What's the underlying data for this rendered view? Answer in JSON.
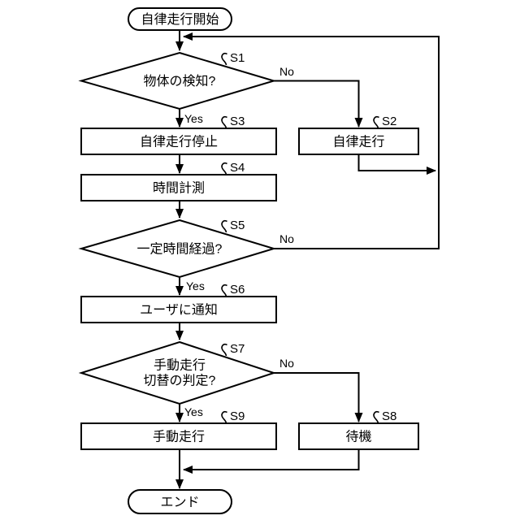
{
  "flowchart": {
    "background_color": "#ffffff",
    "line_color": "#000000",
    "nodes": {
      "start": {
        "type": "terminal",
        "label": "自律走行開始"
      },
      "s1": {
        "type": "decision",
        "step": "S1",
        "label": "物体の検知?"
      },
      "s2": {
        "type": "process",
        "step": "S2",
        "label": "自律走行"
      },
      "s3": {
        "type": "process",
        "step": "S3",
        "label": "自律走行停止"
      },
      "s4": {
        "type": "process",
        "step": "S4",
        "label": "時間計測"
      },
      "s5": {
        "type": "decision",
        "step": "S5",
        "label": "一定時間経過?"
      },
      "s6": {
        "type": "process",
        "step": "S6",
        "label": "ユーザに通知"
      },
      "s7": {
        "type": "decision",
        "step": "S7",
        "label_line1": "手動走行",
        "label_line2": "切替の判定?"
      },
      "s8": {
        "type": "process",
        "step": "S8",
        "label": "待機"
      },
      "s9": {
        "type": "process",
        "step": "S9",
        "label": "手動走行"
      },
      "end": {
        "type": "terminal",
        "label": "エンド"
      }
    },
    "branch_labels": {
      "yes": "Yes",
      "no": "No"
    }
  }
}
